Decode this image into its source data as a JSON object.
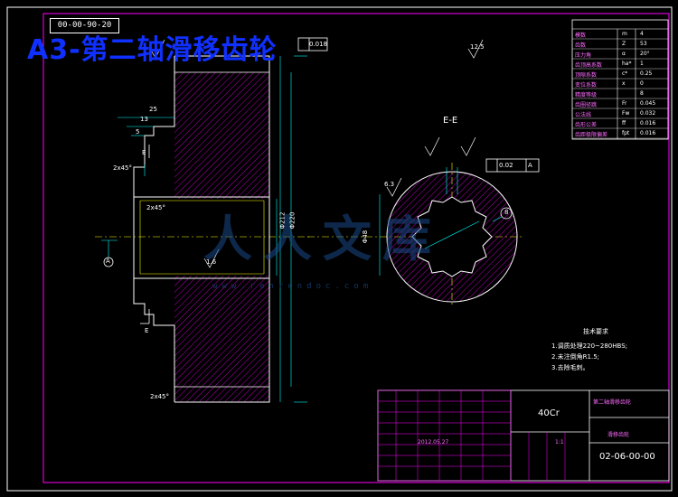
{
  "title": "A3-第二轴滑移齿轮",
  "drawing_code": "00-00-90-20",
  "section_label": "E-E",
  "watermark": {
    "main": "人人文库",
    "sub": "www.renrendoc.com"
  },
  "notes": {
    "heading": "技术要求",
    "items": [
      "1.调质处理220~280HBS;",
      "2.未注倒角R1.5;",
      "3.去除毛刺。"
    ]
  },
  "dimensions": {
    "d_tip": "Φ220",
    "d_pitch": "Φ212",
    "d_bore": "Φ48",
    "chamfer_top": "2x45°",
    "chamfer_bore": "2x45°",
    "chamfer_bottom": "2x45°",
    "len_25": "25",
    "len_13": "13",
    "len_5": "5",
    "rough_1": "1.6",
    "rough_2": "6.3",
    "rough_3": "12.5",
    "tol_top": "0.018",
    "tol_side": "0.02",
    "section_mark": "E",
    "datum": "A",
    "balloon": "8"
  },
  "param_table": {
    "rows": [
      [
        "模数",
        "m",
        "4"
      ],
      [
        "齿数",
        "Z",
        "53"
      ],
      [
        "压力角",
        "α",
        "20°"
      ],
      [
        "齿顶高系数",
        "ha*",
        "1"
      ],
      [
        "顶隙系数",
        "c*",
        "0.25"
      ],
      [
        "变位系数",
        "x",
        "0"
      ],
      [
        "精度等级",
        "",
        "8"
      ],
      [
        "齿圈径跳",
        "Fr",
        "0.045"
      ],
      [
        "公法线",
        "Fw",
        "0.032"
      ],
      [
        "齿形公差",
        "ff",
        "0.016"
      ],
      [
        "齿距极限偏差",
        "fpt",
        "0.016"
      ]
    ]
  },
  "title_block": {
    "material": "40Cr",
    "drawing_no": "02-06-00-00",
    "part_name": "第二轴滑移齿轮",
    "scale": "1:1",
    "date": "2012.05.27",
    "heading_right": "滑移齿轮"
  }
}
